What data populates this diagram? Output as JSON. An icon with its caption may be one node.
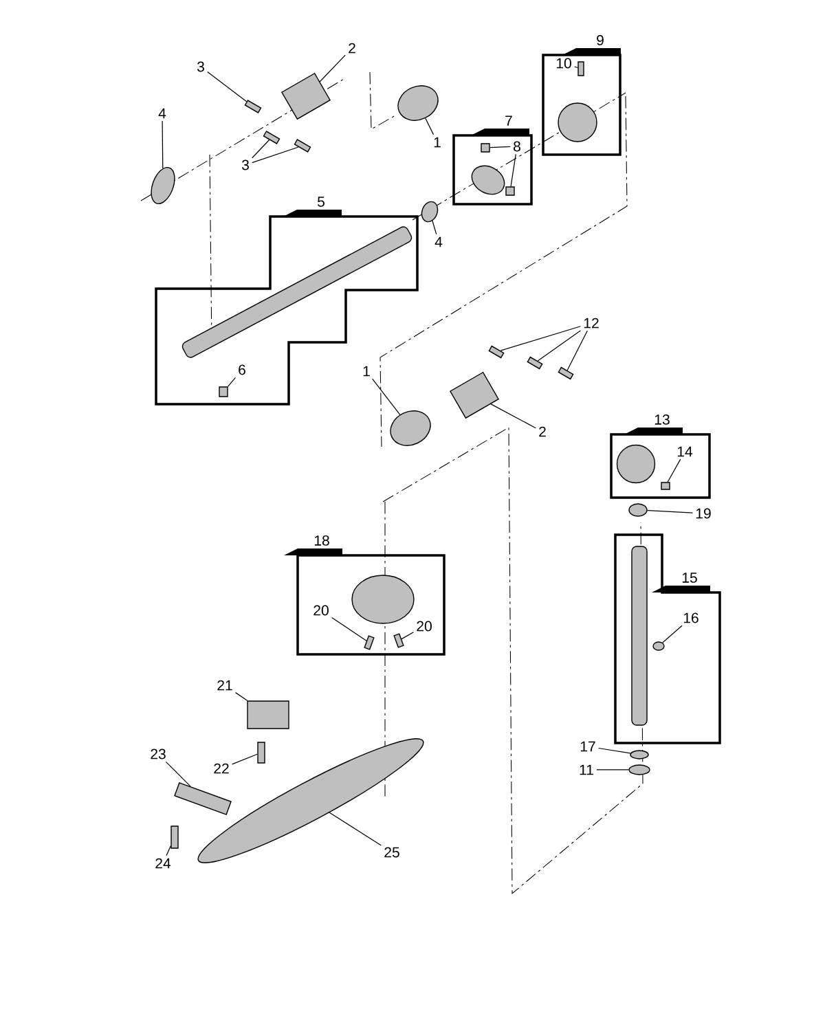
{
  "diagram": {
    "nodes": [
      {
        "text": [
          "9"
        ]
      },
      {
        "text": [
          "10"
        ],
        "in": 0
      },
      {
        "text": [],
        "shape": "box",
        "in": 0
      },
      {
        "text": [],
        "shape": "circle",
        "in": 0
      },
      {
        "text": [
          "7"
        ]
      },
      {
        "text": [
          "8"
        ],
        "in": 4
      },
      {
        "text": [],
        "shape": "box",
        "in": 4
      },
      {
        "text": [],
        "shape": "box",
        "in": 4
      },
      {
        "text": [],
        "shape": "ellipse",
        "in": 4
      },
      {
        "text": [
          "5"
        ]
      },
      {
        "text": [
          "6"
        ],
        "in": 9
      },
      {
        "text": [],
        "shape": "bar",
        "in": 9
      },
      {
        "text": [],
        "shape": "box",
        "in": 9
      },
      {
        "text": [
          "2"
        ]
      },
      {
        "text": [],
        "shape": "box"
      },
      {
        "text": [
          "3"
        ]
      },
      {
        "text": [],
        "shape": "box"
      },
      {
        "text": [
          "4"
        ]
      },
      {
        "text": [],
        "shape": "ellipse"
      },
      {
        "text": [
          "3"
        ]
      },
      {
        "text": [],
        "shape": "box"
      },
      {
        "text": [],
        "shape": "box"
      },
      {
        "text": [
          "1"
        ]
      },
      {
        "text": [],
        "shape": "ellipse"
      },
      {
        "text": [
          "4"
        ]
      },
      {
        "text": [],
        "shape": "ellipse"
      },
      {
        "text": [
          "12"
        ]
      },
      {
        "text": [],
        "shape": "box"
      },
      {
        "text": [],
        "shape": "box"
      },
      {
        "text": [],
        "shape": "box"
      },
      {
        "text": [
          "1"
        ]
      },
      {
        "text": [],
        "shape": "ellipse"
      },
      {
        "text": [
          "2"
        ]
      },
      {
        "text": [],
        "shape": "box"
      },
      {
        "text": [
          "13"
        ]
      },
      {
        "text": [
          "14"
        ],
        "in": 34
      },
      {
        "text": [],
        "shape": "box",
        "in": 34
      },
      {
        "text": [],
        "shape": "circle",
        "in": 34
      },
      {
        "text": [
          "19"
        ]
      },
      {
        "text": [],
        "shape": "ellipse"
      },
      {
        "text": [
          "18"
        ]
      },
      {
        "text": [
          "20"
        ],
        "in": 40
      },
      {
        "text": [
          "20"
        ],
        "in": 40
      },
      {
        "text": [],
        "shape": "box",
        "in": 40
      },
      {
        "text": [],
        "shape": "box",
        "in": 40
      },
      {
        "text": [],
        "shape": "ellipse",
        "in": 40
      },
      {
        "text": [
          "15"
        ]
      },
      {
        "text": [
          "16"
        ],
        "in": 46
      },
      {
        "text": [],
        "shape": "bar",
        "in": 46
      },
      {
        "text": [],
        "shape": "ellipse",
        "in": 46
      },
      {
        "text": [
          "17"
        ]
      },
      {
        "text": [],
        "shape": "ellipse"
      },
      {
        "text": [
          "11"
        ]
      },
      {
        "text": [],
        "shape": "ellipse"
      },
      {
        "text": [
          "21"
        ]
      },
      {
        "text": [],
        "shape": "box"
      },
      {
        "text": [
          "22"
        ]
      },
      {
        "text": [],
        "shape": "box"
      },
      {
        "text": [
          "23"
        ]
      },
      {
        "text": [],
        "shape": "box"
      },
      {
        "text": [
          "24"
        ]
      },
      {
        "text": [],
        "shape": "box"
      },
      {
        "text": [
          "25"
        ]
      },
      {
        "text": [],
        "shape": "ellipse"
      }
    ],
    "edges": [
      {
        "from": 1,
        "to": 2,
        "arrow": "none"
      },
      {
        "from": 5,
        "to": 6,
        "arrow": "none"
      },
      {
        "from": 5,
        "to": 7,
        "arrow": "none"
      },
      {
        "from": 10,
        "to": 12,
        "arrow": "none"
      },
      {
        "from": 13,
        "to": 14,
        "arrow": "none"
      },
      {
        "from": 15,
        "to": 16,
        "arrow": "none"
      },
      {
        "from": 17,
        "to": 18,
        "arrow": "none"
      },
      {
        "from": 19,
        "to": 20,
        "arrow": "none"
      },
      {
        "from": 19,
        "to": 21,
        "arrow": "none"
      },
      {
        "from": 22,
        "to": 23,
        "arrow": "none"
      },
      {
        "from": 24,
        "to": 25,
        "arrow": "none"
      },
      {
        "from": 26,
        "to": 27,
        "arrow": "none"
      },
      {
        "from": 26,
        "to": 28,
        "arrow": "none"
      },
      {
        "from": 26,
        "to": 29,
        "arrow": "none"
      },
      {
        "from": 30,
        "to": 31,
        "arrow": "none"
      },
      {
        "from": 32,
        "to": 33,
        "arrow": "none"
      },
      {
        "from": 35,
        "to": 36,
        "arrow": "none"
      },
      {
        "from": 38,
        "to": 39,
        "arrow": "none"
      },
      {
        "from": 41,
        "to": 43,
        "arrow": "none"
      },
      {
        "from": 42,
        "to": 44,
        "arrow": "none"
      },
      {
        "from": 47,
        "to": 49,
        "arrow": "none"
      },
      {
        "from": 50,
        "to": 51,
        "arrow": "none"
      },
      {
        "from": 52,
        "to": 53,
        "arrow": "none"
      },
      {
        "from": 54,
        "to": 55,
        "arrow": "none"
      },
      {
        "from": 56,
        "to": 57,
        "arrow": "none"
      },
      {
        "from": 58,
        "to": 59,
        "arrow": "none"
      },
      {
        "from": 60,
        "to": 61,
        "arrow": "none"
      },
      {
        "from": 62,
        "to": 63,
        "arrow": "none"
      }
    ]
  }
}
